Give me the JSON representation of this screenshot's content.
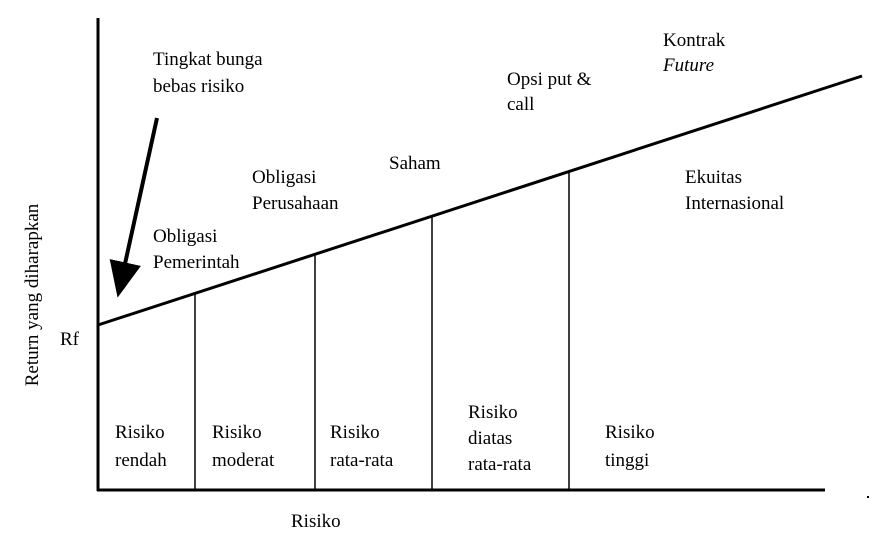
{
  "y_axis_label": "Return yang diharapkan",
  "x_axis_label": "Risiko",
  "rf_label": "Rf",
  "arrow_label": [
    "Tingkat bunga",
    "bebas risiko"
  ],
  "instruments": {
    "obligasi_pemerintah": [
      "Obligasi",
      "Pemerintah"
    ],
    "obligasi_perusahaan": [
      "Obligasi",
      "Perusahaan"
    ],
    "saham": [
      "Saham"
    ],
    "opsi": [
      "Opsi put &",
      "call"
    ],
    "kontrak": [
      "Kontrak",
      "Future"
    ],
    "ekuitas": [
      "Ekuitas",
      "Internasional"
    ]
  },
  "risk_levels": {
    "rendah": [
      "Risiko",
      "rendah"
    ],
    "moderat": [
      "Risiko",
      "moderat"
    ],
    "rata_rata": [
      "Risiko",
      "rata-rata"
    ],
    "diatas": [
      "Risiko",
      "diatas",
      "rata-rata"
    ],
    "tinggi": [
      "Risiko",
      "tinggi"
    ]
  }
}
